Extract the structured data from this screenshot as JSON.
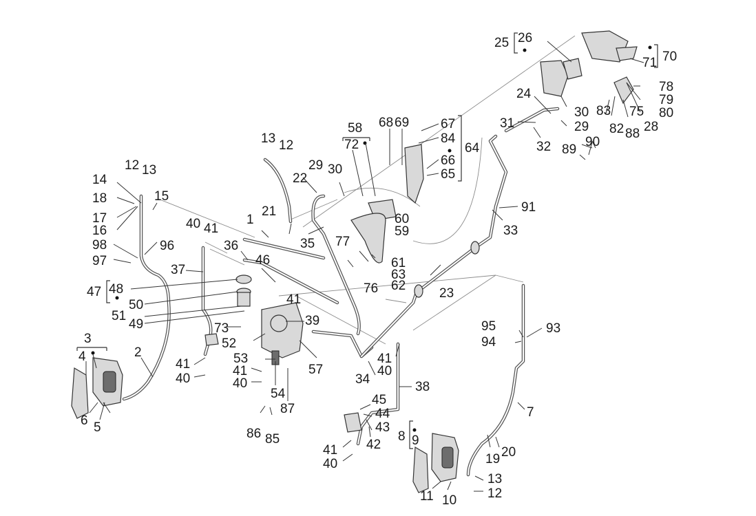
{
  "diagram": {
    "title": "Brake system exploded parts diagram",
    "line_color": "#333333",
    "background": "#ffffff",
    "groups": [
      {
        "id": "g3",
        "label": "3",
        "members": [
          "4",
          "•"
        ]
      },
      {
        "id": "g8",
        "label": "8",
        "members": [
          "9",
          "•"
        ]
      },
      {
        "id": "g25",
        "label": "25",
        "members": [
          "26",
          "•"
        ]
      },
      {
        "id": "g47",
        "label": "47",
        "members": [
          "48",
          "•"
        ]
      },
      {
        "id": "g58",
        "label": "58",
        "members": [
          "72",
          "•"
        ]
      },
      {
        "id": "g64",
        "label": "64",
        "members": [
          "67",
          "84",
          "•",
          "66",
          "65"
        ]
      },
      {
        "id": "g70",
        "label": "70",
        "members": [
          "•",
          "71"
        ]
      }
    ],
    "labels": [
      {
        "id": "l1",
        "text": "1"
      },
      {
        "id": "l2",
        "text": "2"
      },
      {
        "id": "l3",
        "text": "3"
      },
      {
        "id": "l4",
        "text": "4"
      },
      {
        "id": "l5",
        "text": "5"
      },
      {
        "id": "l6",
        "text": "6"
      },
      {
        "id": "l7",
        "text": "7"
      },
      {
        "id": "l8",
        "text": "8"
      },
      {
        "id": "l9",
        "text": "9"
      },
      {
        "id": "l10",
        "text": "10"
      },
      {
        "id": "l11",
        "text": "11"
      },
      {
        "id": "l12a",
        "text": "12"
      },
      {
        "id": "l13a",
        "text": "13"
      },
      {
        "id": "l12b",
        "text": "12"
      },
      {
        "id": "l13b",
        "text": "13"
      },
      {
        "id": "l12c",
        "text": "12"
      },
      {
        "id": "l13c",
        "text": "13"
      },
      {
        "id": "l14",
        "text": "14"
      },
      {
        "id": "l15",
        "text": "15"
      },
      {
        "id": "l16",
        "text": "16"
      },
      {
        "id": "l17",
        "text": "17"
      },
      {
        "id": "l18",
        "text": "18"
      },
      {
        "id": "l19",
        "text": "19"
      },
      {
        "id": "l20",
        "text": "20"
      },
      {
        "id": "l21",
        "text": "21"
      },
      {
        "id": "l22",
        "text": "22"
      },
      {
        "id": "l23",
        "text": "23"
      },
      {
        "id": "l24",
        "text": "24"
      },
      {
        "id": "l25",
        "text": "25"
      },
      {
        "id": "l26",
        "text": "26"
      },
      {
        "id": "l28",
        "text": "28"
      },
      {
        "id": "l29a",
        "text": "29"
      },
      {
        "id": "l30a",
        "text": "30"
      },
      {
        "id": "l29b",
        "text": "29"
      },
      {
        "id": "l30b",
        "text": "30"
      },
      {
        "id": "l31",
        "text": "31"
      },
      {
        "id": "l32",
        "text": "32"
      },
      {
        "id": "l33",
        "text": "33"
      },
      {
        "id": "l34",
        "text": "34"
      },
      {
        "id": "l35",
        "text": "35"
      },
      {
        "id": "l36",
        "text": "36"
      },
      {
        "id": "l37",
        "text": "37"
      },
      {
        "id": "l38",
        "text": "38"
      },
      {
        "id": "l39",
        "text": "39"
      },
      {
        "id": "l40a",
        "text": "40"
      },
      {
        "id": "l41a",
        "text": "41"
      },
      {
        "id": "l40b",
        "text": "40"
      },
      {
        "id": "l41b",
        "text": "41"
      },
      {
        "id": "l40c",
        "text": "40"
      },
      {
        "id": "l41c",
        "text": "41"
      },
      {
        "id": "l41d",
        "text": "41"
      },
      {
        "id": "l40e",
        "text": "40"
      },
      {
        "id": "l41e",
        "text": "41"
      },
      {
        "id": "l40f",
        "text": "40"
      },
      {
        "id": "l41f",
        "text": "41"
      },
      {
        "id": "l42",
        "text": "42"
      },
      {
        "id": "l43",
        "text": "43"
      },
      {
        "id": "l44",
        "text": "44"
      },
      {
        "id": "l45",
        "text": "45"
      },
      {
        "id": "l46",
        "text": "46"
      },
      {
        "id": "l47",
        "text": "47"
      },
      {
        "id": "l48",
        "text": "48"
      },
      {
        "id": "l49",
        "text": "49"
      },
      {
        "id": "l50",
        "text": "50"
      },
      {
        "id": "l51",
        "text": "51"
      },
      {
        "id": "l52",
        "text": "52"
      },
      {
        "id": "l53",
        "text": "53"
      },
      {
        "id": "l54",
        "text": "54"
      },
      {
        "id": "l57",
        "text": "57"
      },
      {
        "id": "l58",
        "text": "58"
      },
      {
        "id": "l59",
        "text": "59"
      },
      {
        "id": "l60",
        "text": "60"
      },
      {
        "id": "l61",
        "text": "61"
      },
      {
        "id": "l62",
        "text": "62"
      },
      {
        "id": "l63",
        "text": "63"
      },
      {
        "id": "l64",
        "text": "64"
      },
      {
        "id": "l65",
        "text": "65"
      },
      {
        "id": "l66",
        "text": "66"
      },
      {
        "id": "l67",
        "text": "67"
      },
      {
        "id": "l68",
        "text": "68"
      },
      {
        "id": "l69",
        "text": "69"
      },
      {
        "id": "l70",
        "text": "70"
      },
      {
        "id": "l71",
        "text": "71"
      },
      {
        "id": "l72",
        "text": "72"
      },
      {
        "id": "l73",
        "text": "73"
      },
      {
        "id": "l75",
        "text": "75"
      },
      {
        "id": "l76",
        "text": "76"
      },
      {
        "id": "l77",
        "text": "77"
      },
      {
        "id": "l78",
        "text": "78"
      },
      {
        "id": "l79",
        "text": "79"
      },
      {
        "id": "l80",
        "text": "80"
      },
      {
        "id": "l82",
        "text": "82"
      },
      {
        "id": "l83",
        "text": "83"
      },
      {
        "id": "l84",
        "text": "84"
      },
      {
        "id": "l85",
        "text": "85"
      },
      {
        "id": "l86",
        "text": "86"
      },
      {
        "id": "l87",
        "text": "87"
      },
      {
        "id": "l88",
        "text": "88"
      },
      {
        "id": "l89",
        "text": "89"
      },
      {
        "id": "l90",
        "text": "90"
      },
      {
        "id": "l91",
        "text": "91"
      },
      {
        "id": "l93",
        "text": "93"
      },
      {
        "id": "l94",
        "text": "94"
      },
      {
        "id": "l95",
        "text": "95"
      },
      {
        "id": "l96",
        "text": "96"
      },
      {
        "id": "l97",
        "text": "97"
      },
      {
        "id": "l98",
        "text": "98"
      }
    ]
  }
}
